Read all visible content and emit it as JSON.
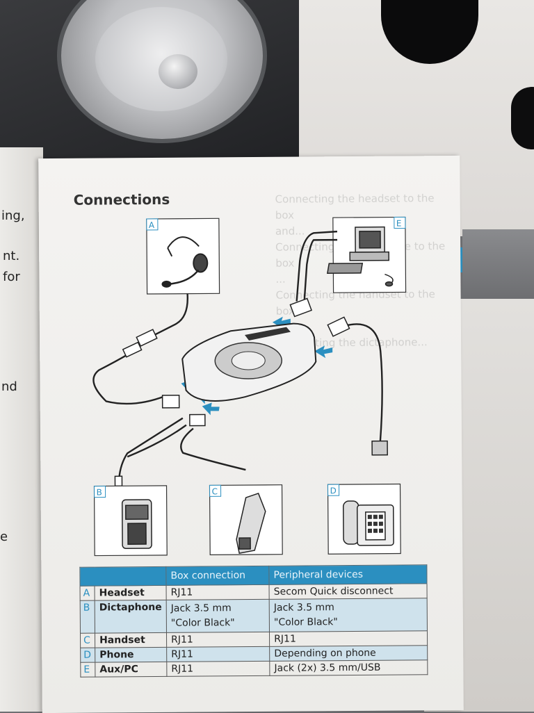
{
  "left_page": {
    "fragments": [
      "ing,",
      "nt.",
      "for",
      "nd",
      "e"
    ]
  },
  "page": {
    "title": "Connections",
    "ghost_text": "Connecting the headset to the box\nand...\nConnecting the telephone to the box\n...\nConnecting the handset to the box\n...\nConnecting the dictaphone..."
  },
  "diagram": {
    "panels": [
      {
        "letter": "A",
        "icon": "headset-icon"
      },
      {
        "letter": "E",
        "icon": "computer-icon"
      },
      {
        "letter": "B",
        "icon": "dictaphone-icon"
      },
      {
        "letter": "C",
        "icon": "handset-icon"
      },
      {
        "letter": "D",
        "icon": "phone-icon"
      }
    ]
  },
  "table": {
    "headers": [
      "",
      "",
      "Box connection",
      "Peripheral devices"
    ],
    "rows": [
      {
        "key": "A",
        "device": "Headset",
        "box": "RJ11",
        "peripheral": "Secom Quick disconnect"
      },
      {
        "key": "B",
        "device": "Dictaphone",
        "box": "Jack 3.5 mm\n\"Color Black\"",
        "peripheral": "Jack 3.5 mm\n\"Color Black\""
      },
      {
        "key": "C",
        "device": "Handset",
        "box": "RJ11",
        "peripheral": "RJ11"
      },
      {
        "key": "D",
        "device": "Phone",
        "box": "RJ11",
        "peripheral": "Depending on phone"
      },
      {
        "key": "E",
        "device": "Aux/PC",
        "box": "RJ11",
        "peripheral": "Jack (2x) 3.5 mm/USB"
      }
    ]
  },
  "colors": {
    "accent": "#2b8fc0",
    "table_shade": "#cfe2ec"
  }
}
